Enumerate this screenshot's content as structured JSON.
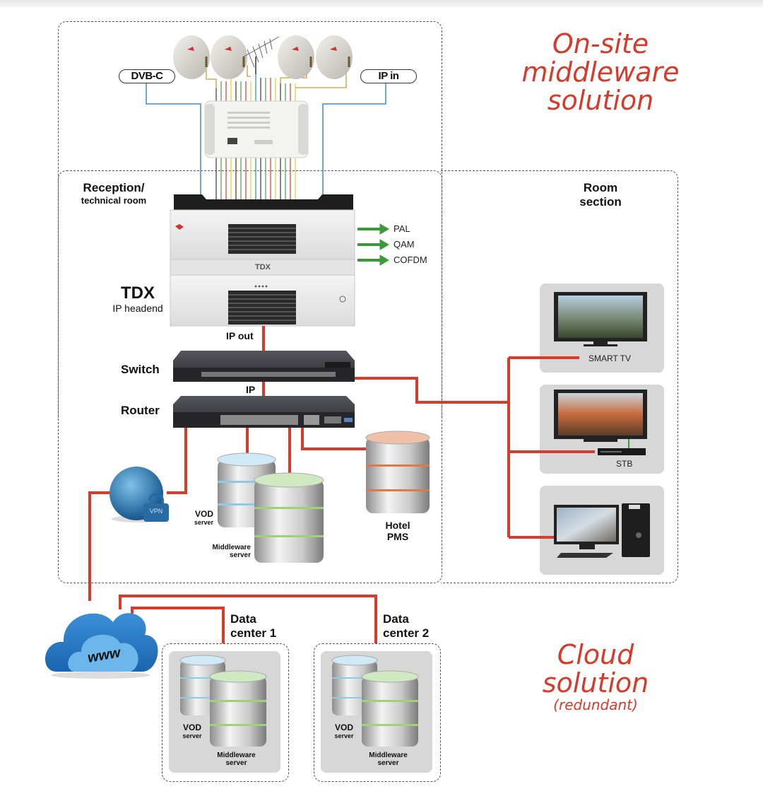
{
  "titles": {
    "onsite": [
      "On-site",
      "middleware",
      "solution"
    ],
    "cloud": [
      "Cloud",
      "solution"
    ],
    "cloud_sub": "(redundant)"
  },
  "colors": {
    "accent_red": "#d83a2a",
    "cable_red": "#d63b2b",
    "arrow_green": "#3a9a3a",
    "coax_blue": "#3a8fd0"
  },
  "inputs": {
    "dvbc": "DVB-C",
    "ipin": "IP in"
  },
  "reception": {
    "title": "Reception/",
    "subtitle": "technical room"
  },
  "headend": {
    "name": "TDX",
    "desc": "IP headend",
    "brand": "TDX",
    "outputs": [
      "PAL",
      "QAM",
      "COFDM"
    ]
  },
  "links": {
    "ip_out": "IP out",
    "ip": "IP"
  },
  "devices": {
    "switch": "Switch",
    "router": "Router",
    "vod_title": "VOD",
    "vod_sub": "server",
    "mw_title": "Middleware",
    "mw_sub": "server",
    "pms_title": "Hotel",
    "pms_sub": "PMS",
    "vpn": "VPN",
    "www": "www"
  },
  "room": {
    "title": "Room",
    "subtitle": "section",
    "devices": [
      "SMART TV",
      "STB"
    ]
  },
  "datacenters": [
    {
      "title": "Data",
      "subtitle": "center 1",
      "vod_title": "VOD",
      "vod_sub": "server",
      "mw_title": "Middleware",
      "mw_sub": "server"
    },
    {
      "title": "Data",
      "subtitle": "center 2",
      "vod_title": "VOD",
      "vod_sub": "server",
      "mw_title": "Middleware",
      "mw_sub": "server"
    }
  ]
}
